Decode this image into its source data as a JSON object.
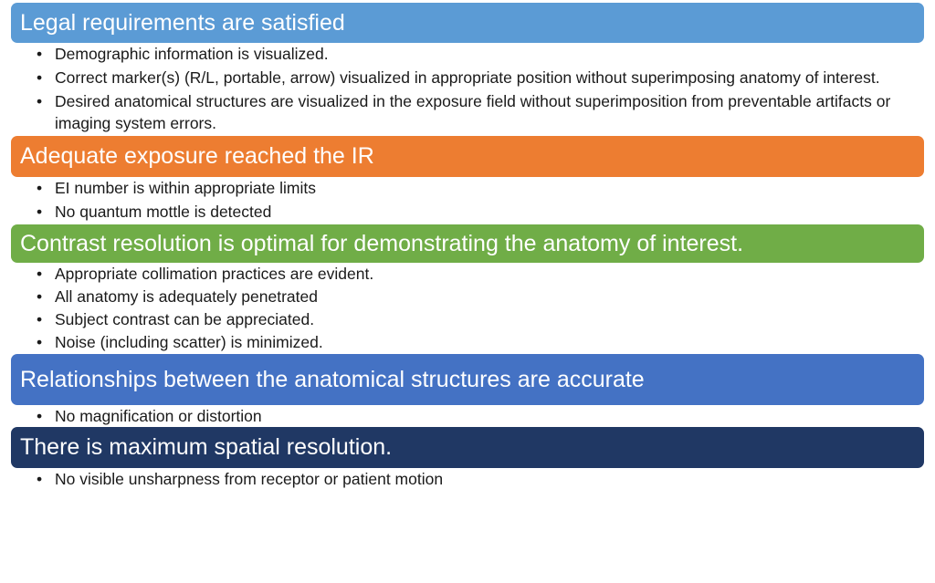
{
  "sections": [
    {
      "title": "Legal requirements are satisfied",
      "color": "#5B9BD5",
      "bullets": [
        "Demographic information is visualized.",
        "Correct marker(s) (R/L, portable, arrow) visualized in appropriate position without superimposing anatomy of interest.",
        "Desired anatomical structures are visualized in the exposure field without superimposition from preventable artifacts or imaging system errors."
      ]
    },
    {
      "title": "Adequate exposure reached the IR",
      "color": "#ED7D31",
      "bullets": [
        "EI number is within appropriate limits",
        "No quantum mottle is detected"
      ]
    },
    {
      "title": "Contrast resolution is optimal for demonstrating the anatomy of interest.",
      "color": "#70AD47",
      "bullets": [
        "Appropriate collimation practices are evident.",
        "All anatomy is adequately penetrated",
        "Subject contrast can be appreciated.",
        "Noise (including scatter) is minimized."
      ]
    },
    {
      "title": "Relationships between the anatomical structures are accurate",
      "color": "#4472C4",
      "bullets": [
        "No magnification or distortion"
      ]
    },
    {
      "title": "There is maximum spatial resolution.",
      "color": "#203864",
      "bullets": [
        "No visible unsharpness from receptor or patient motion"
      ]
    }
  ]
}
